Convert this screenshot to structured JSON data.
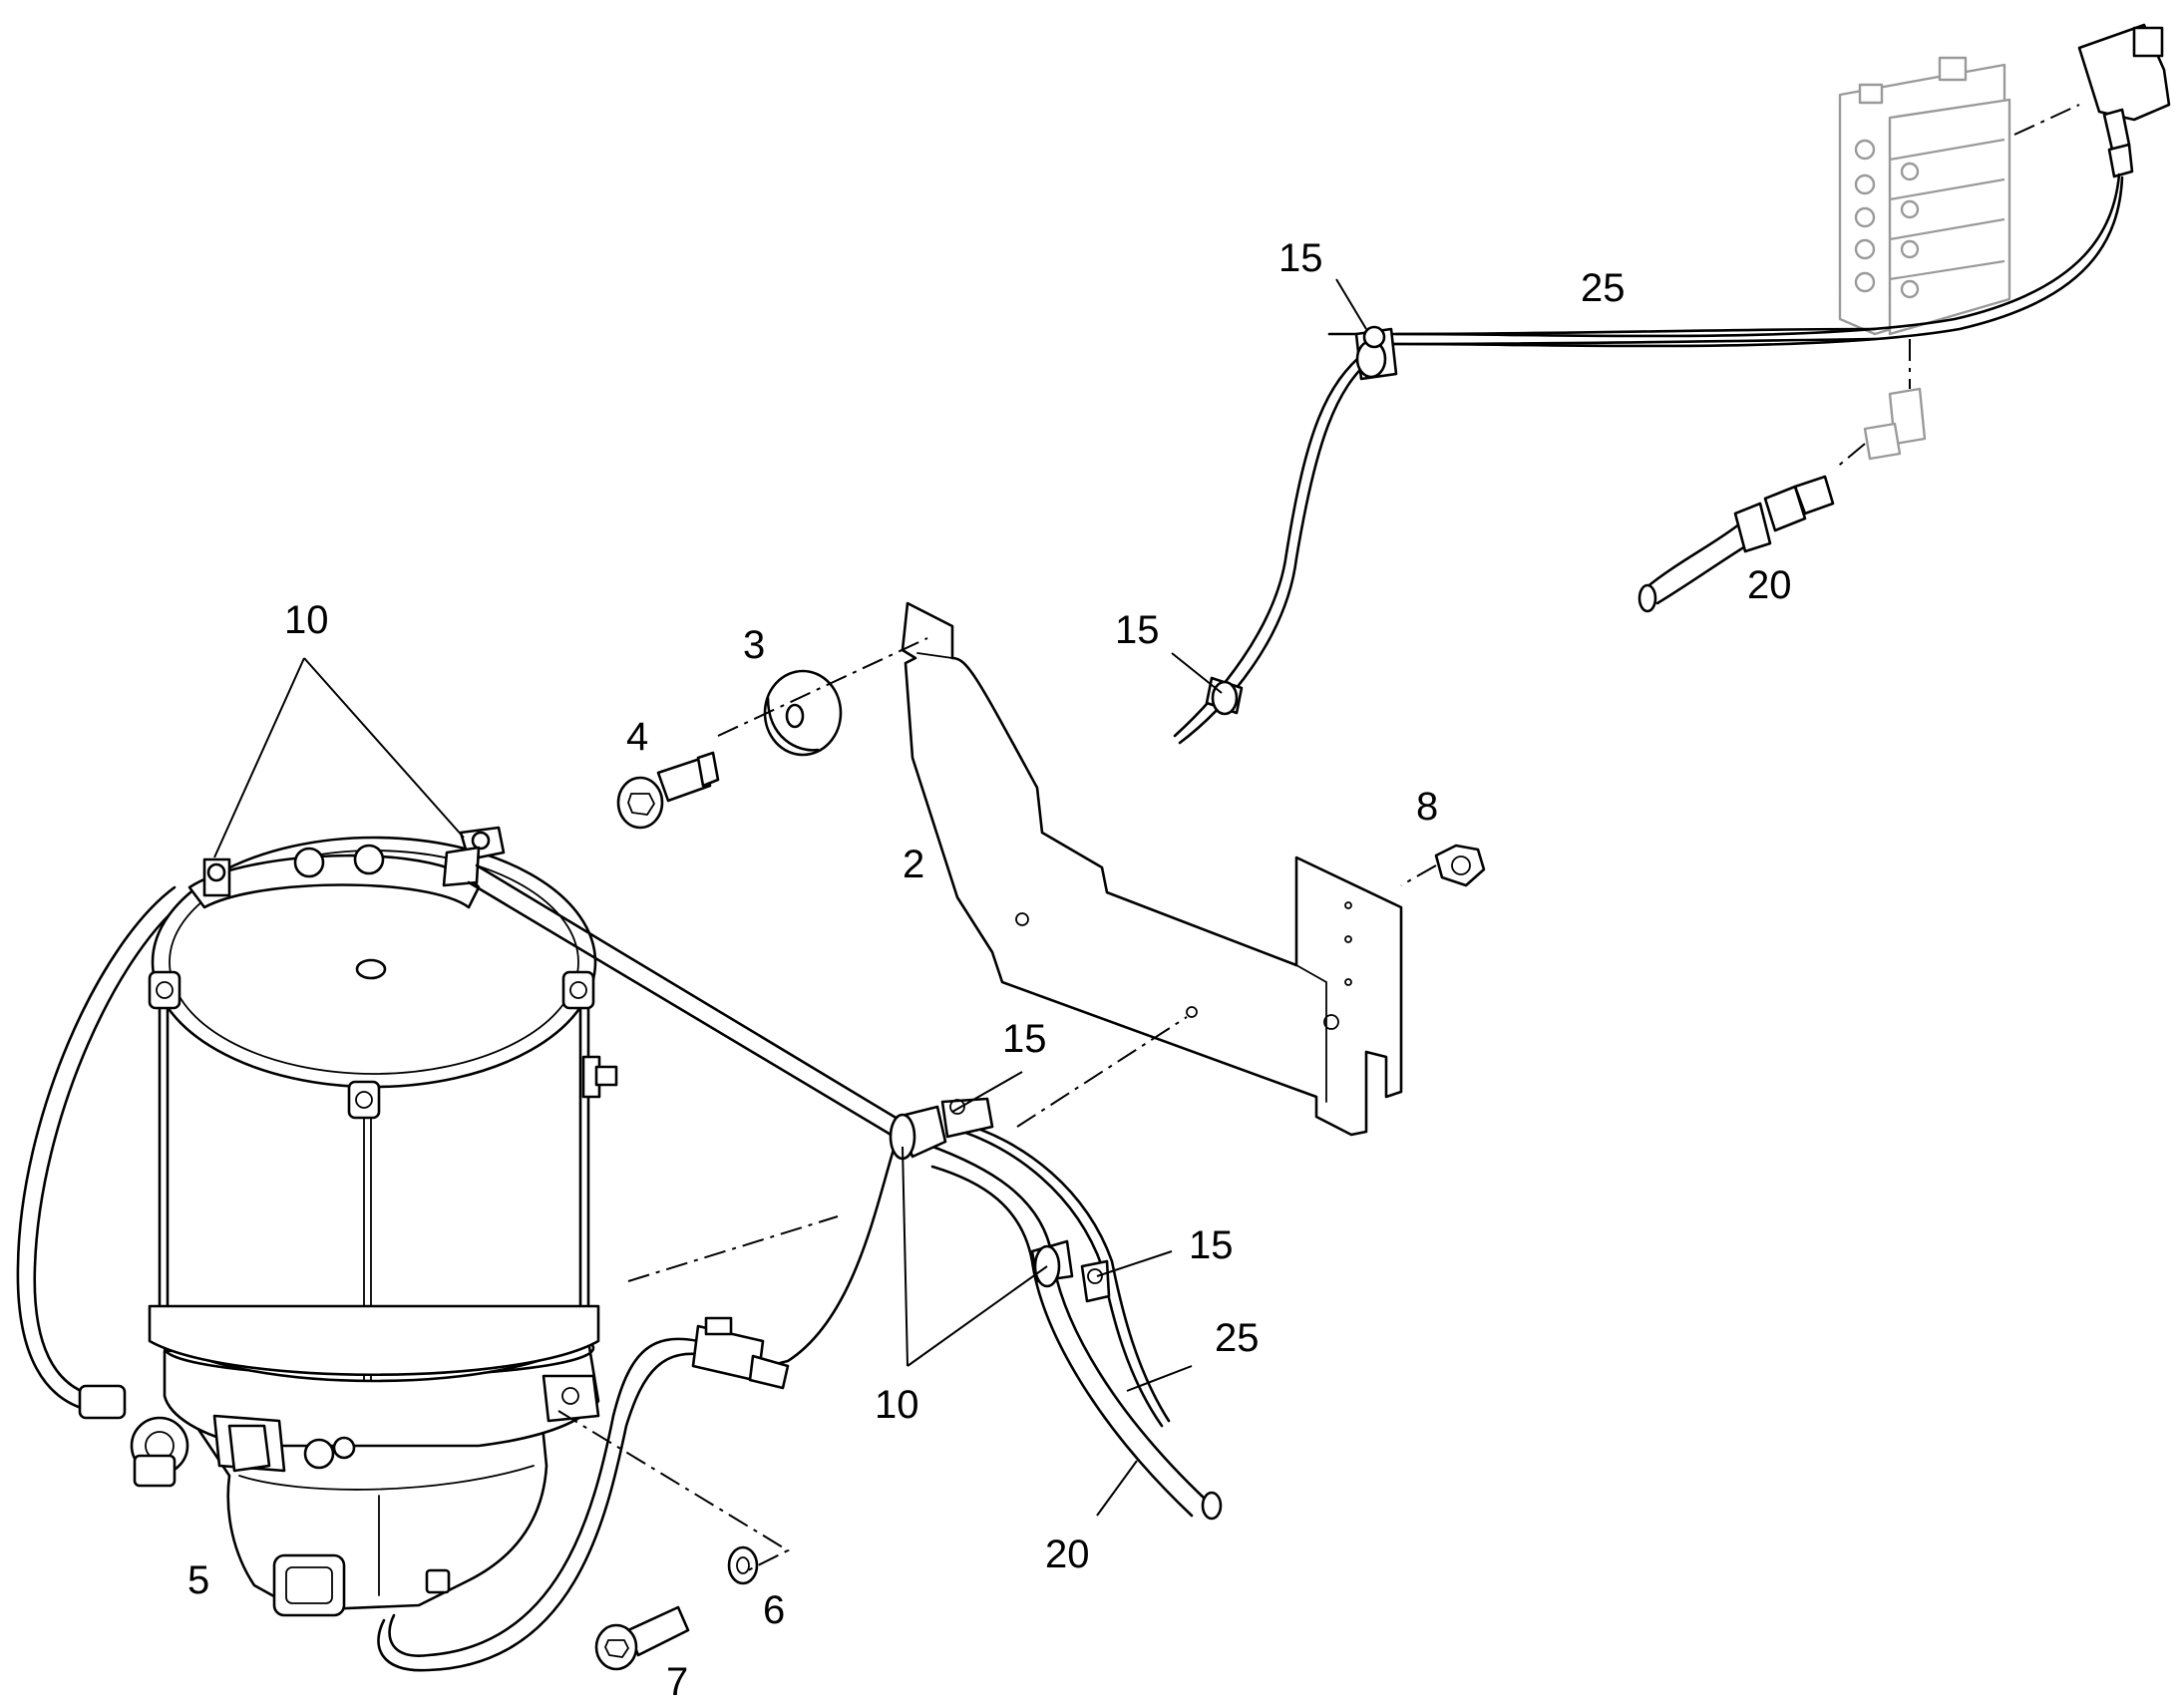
{
  "diagram": {
    "callouts": [
      {
        "id": "c10a",
        "text": "10"
      },
      {
        "id": "c3",
        "text": "3"
      },
      {
        "id": "c4",
        "text": "4"
      },
      {
        "id": "c2",
        "text": "2"
      },
      {
        "id": "c8",
        "text": "8"
      },
      {
        "id": "c15a",
        "text": "15"
      },
      {
        "id": "c25a",
        "text": "25"
      },
      {
        "id": "c15b",
        "text": "15"
      },
      {
        "id": "c20a",
        "text": "20"
      },
      {
        "id": "c15c",
        "text": "15"
      },
      {
        "id": "c15d",
        "text": "15"
      },
      {
        "id": "c25b",
        "text": "25"
      },
      {
        "id": "c10b",
        "text": "10"
      },
      {
        "id": "c20b",
        "text": "20"
      },
      {
        "id": "c5",
        "text": "5"
      },
      {
        "id": "c6",
        "text": "6"
      },
      {
        "id": "c7",
        "text": "7"
      }
    ]
  }
}
